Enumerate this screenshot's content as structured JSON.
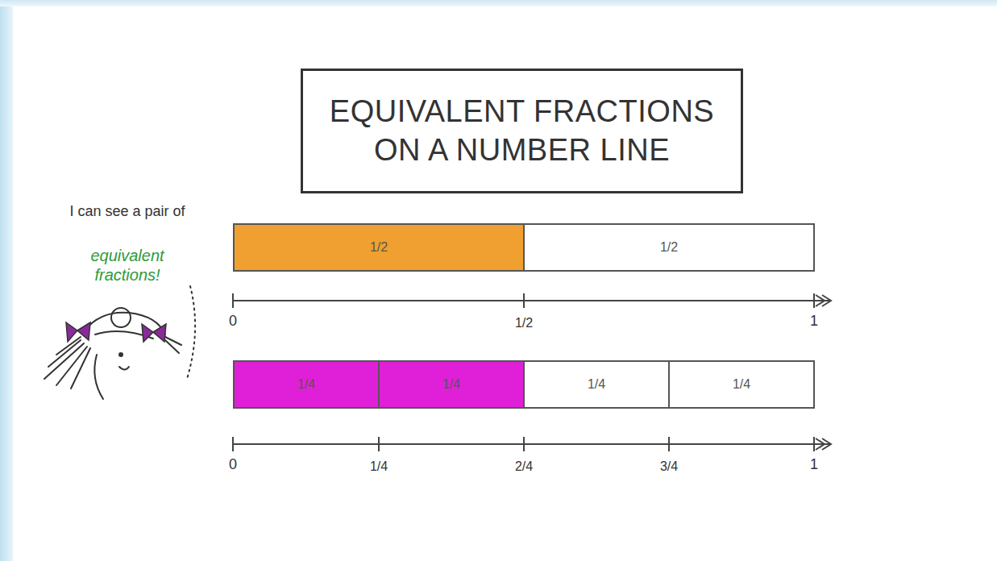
{
  "diagram": {
    "title": "EQUIVALENT FRACTIONS ON A NUMBER LINE",
    "nodes": [
      {
        "text": [
          "1/2"
        ]
      },
      {
        "text": [
          "1/2"
        ]
      },
      {
        "text": [
          "1/4"
        ]
      },
      {
        "text": [
          "1/4"
        ]
      },
      {
        "text": [
          "1/4"
        ]
      },
      {
        "text": [
          "1/4"
        ]
      }
    ],
    "labels": [
      "I can see a pair of",
      "equivalent fractions!",
      "0",
      "1/2",
      "1",
      "0",
      "1/4",
      "2/4",
      "3/4",
      "1"
    ]
  }
}
